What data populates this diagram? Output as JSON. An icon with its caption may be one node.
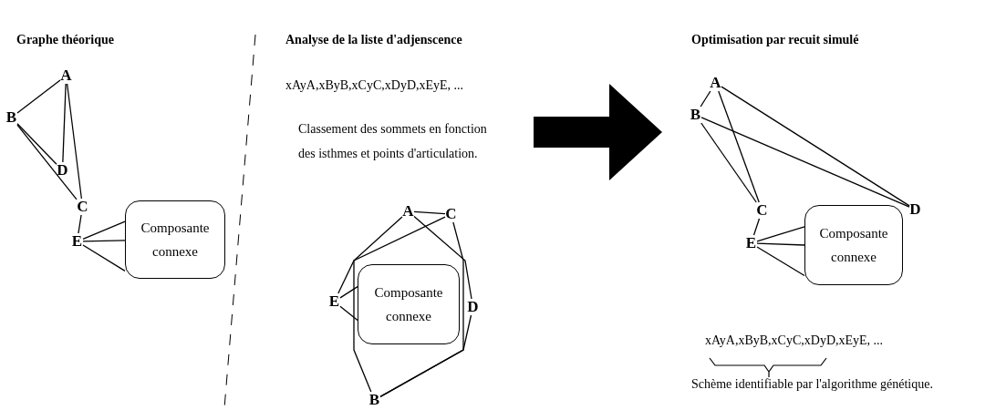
{
  "diagram": {
    "nodes": [
      {
        "text": [
          "A"
        ]
      },
      {
        "text": [
          "B"
        ]
      },
      {
        "text": [
          "D"
        ]
      },
      {
        "text": [
          "C"
        ]
      },
      {
        "text": [
          "E"
        ]
      },
      {
        "text": [
          "Composante connexe"
        ]
      },
      {
        "text": [
          "A"
        ]
      },
      {
        "text": [
          "C"
        ]
      },
      {
        "text": [
          "Composante connexe"
        ]
      },
      {
        "text": [
          "E"
        ]
      },
      {
        "text": [
          "D"
        ]
      },
      {
        "text": [
          "B"
        ]
      },
      {
        "text": [
          "A"
        ]
      },
      {
        "text": [
          "B"
        ]
      },
      {
        "text": [
          "C"
        ]
      },
      {
        "text": [
          "D"
        ]
      },
      {
        "text": [
          "E"
        ]
      },
      {
        "text": [
          "Composante connexe"
        ]
      }
    ],
    "edges": [
      {
        "from": 0,
        "to": 1,
        "arrow": "none"
      },
      {
        "from": 0,
        "to": 2,
        "arrow": "none"
      },
      {
        "from": 0,
        "to": 3,
        "arrow": "none"
      },
      {
        "from": 1,
        "to": 2,
        "arrow": "none"
      },
      {
        "from": 1,
        "to": 3,
        "arrow": "none"
      },
      {
        "from": 3,
        "to": 4,
        "arrow": "none"
      },
      {
        "from": 4,
        "to": 5,
        "arrow": "none"
      },
      {
        "from": 4,
        "to": 5,
        "arrow": "none"
      },
      {
        "from": 4,
        "to": 5,
        "arrow": "none"
      },
      {
        "from": 6,
        "to": 7,
        "arrow": "none"
      },
      {
        "from": 6,
        "to": 11,
        "arrow": "none"
      },
      {
        "from": 6,
        "to": 10,
        "arrow": "none"
      },
      {
        "from": 7,
        "to": 9,
        "arrow": "none"
      },
      {
        "from": 7,
        "to": 11,
        "arrow": "none"
      },
      {
        "from": 9,
        "to": 8,
        "arrow": "none"
      },
      {
        "from": 9,
        "to": 8,
        "arrow": "none"
      },
      {
        "from": 10,
        "to": 11,
        "arrow": "none"
      },
      {
        "from": 12,
        "to": 13,
        "arrow": "none"
      },
      {
        "from": 12,
        "to": 14,
        "arrow": "none"
      },
      {
        "from": 12,
        "to": 15,
        "arrow": "none"
      },
      {
        "from": 13,
        "to": 15,
        "arrow": "none"
      },
      {
        "from": 13,
        "to": 14,
        "arrow": "none"
      },
      {
        "from": 14,
        "to": 16,
        "arrow": "none"
      },
      {
        "from": 16,
        "to": 17,
        "arrow": "none"
      },
      {
        "from": 16,
        "to": 17,
        "arrow": "none"
      },
      {
        "from": 16,
        "to": 17,
        "arrow": "none"
      }
    ],
    "labels": [
      "Graphe théorique",
      "Analyse de la liste d'adjenscence",
      "xAyA,xByB,xCyC,xDyD,xEyE, ...",
      "Classement des sommets en fonction des isthmes et points d'articulation.",
      "Optimisation par recuit simulé",
      "xAyA,xByB,xCyC,xDyD,xEyE, ...",
      "Schème identifiable par l'algorithme génétique."
    ]
  }
}
